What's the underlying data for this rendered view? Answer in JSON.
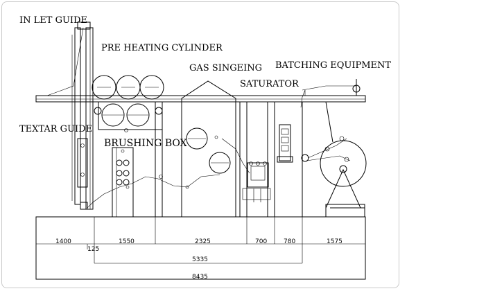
{
  "labels": {
    "inlet_guide": "IN LET GUIDE",
    "pre_heating_cylinder": "PRE HEATING CYLINDER",
    "gas_singeing": "GAS SINGEING",
    "batching_equipment": "BATCHING EQUIPMENT",
    "saturator": "SATURATOR",
    "textar_guide": "TEXTAR GUIDE",
    "brushing_box": "BRUSHING BOX"
  },
  "dimensions": {
    "row1": [
      "1400",
      "1550",
      "2325",
      "700",
      "780",
      "1575"
    ],
    "gap": "125",
    "sub_total": "5335",
    "total": "8435"
  },
  "colors": {
    "line": "#000000",
    "frame": "#c9c9c9"
  }
}
